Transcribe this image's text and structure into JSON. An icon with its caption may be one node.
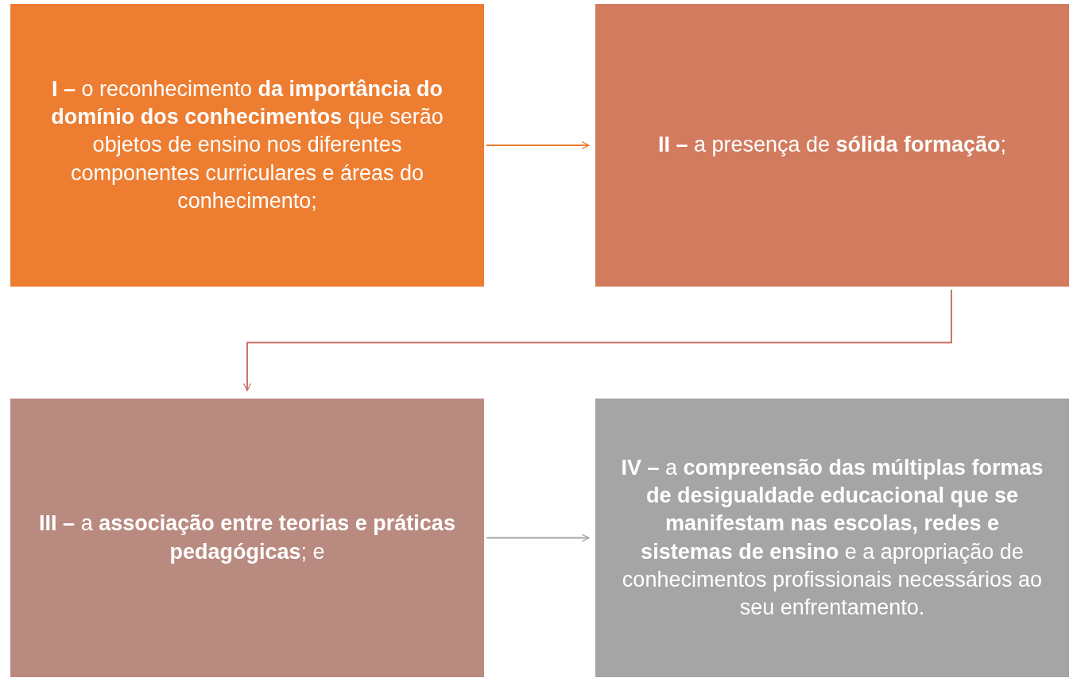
{
  "diagram": {
    "nodes": [
      {
        "text": [
          "**I –** o reconhecimento **da importância do domínio dos conhecimentos** que serão objetos de ensino nos diferentes componentes curriculares e áreas do conhecimento;"
        ]
      },
      {
        "text": [
          "**II –** a presença de **sólida formação**;"
        ]
      },
      {
        "text": [
          "**III –** a **associação entre teorias e práticas pedagógicas**; e"
        ]
      },
      {
        "text": [
          "**IV –** a **compreensão das múltiplas formas de desigualdade educacional que se manifestam nas escolas, redes e sistemas de ensino** e a apropriação de conhecimentos profissionais necessários ao seu enfrentamento."
        ]
      }
    ],
    "edges": [
      {
        "from": 0,
        "to": 1,
        "arrow": "to",
        "color": "#ed7d31"
      },
      {
        "from": 1,
        "to": 2,
        "arrow": "to",
        "color": "#c5776a"
      },
      {
        "from": 2,
        "to": 3,
        "arrow": "to",
        "color": "#a5a5a5"
      }
    ]
  }
}
